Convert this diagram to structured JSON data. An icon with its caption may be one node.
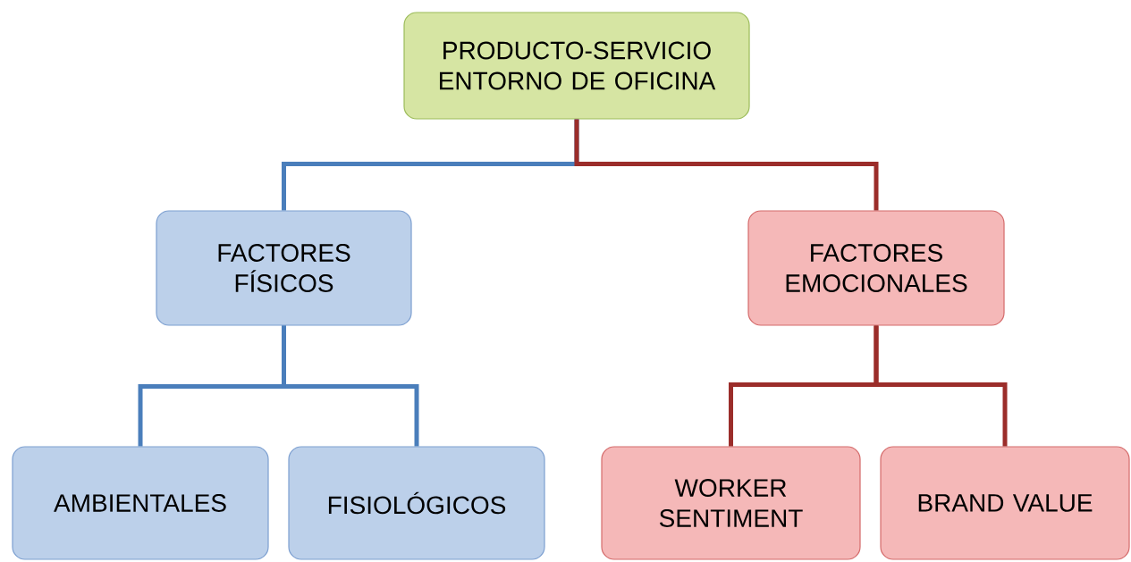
{
  "diagram": {
    "nodes": [
      {
        "text": [
          "PRODUCTO-SERVICIO ENTORNO DE OFICINA"
        ]
      },
      {
        "text": [
          "FACTORES FÍSICOS"
        ]
      },
      {
        "text": [
          "FACTORES EMOCIONALES"
        ]
      },
      {
        "text": [
          "AMBIENTALES"
        ]
      },
      {
        "text": [
          "FISIOLÓGICOS"
        ]
      },
      {
        "text": [
          "WORKER SENTIMENT"
        ]
      },
      {
        "text": [
          "BRAND VALUE"
        ]
      }
    ],
    "edges": [
      {
        "from": 0,
        "to": 1,
        "arrow": "none",
        "color": "#4a7ebb"
      },
      {
        "from": 0,
        "to": 2,
        "arrow": "none",
        "color": "#9b2d2a"
      },
      {
        "from": 1,
        "to": 3,
        "arrow": "none",
        "color": "#4a7ebb"
      },
      {
        "from": 1,
        "to": 4,
        "arrow": "none",
        "color": "#4a7ebb"
      },
      {
        "from": 2,
        "to": 5,
        "arrow": "none",
        "color": "#9b2d2a"
      },
      {
        "from": 2,
        "to": 6,
        "arrow": "none",
        "color": "#9b2d2a"
      }
    ]
  }
}
